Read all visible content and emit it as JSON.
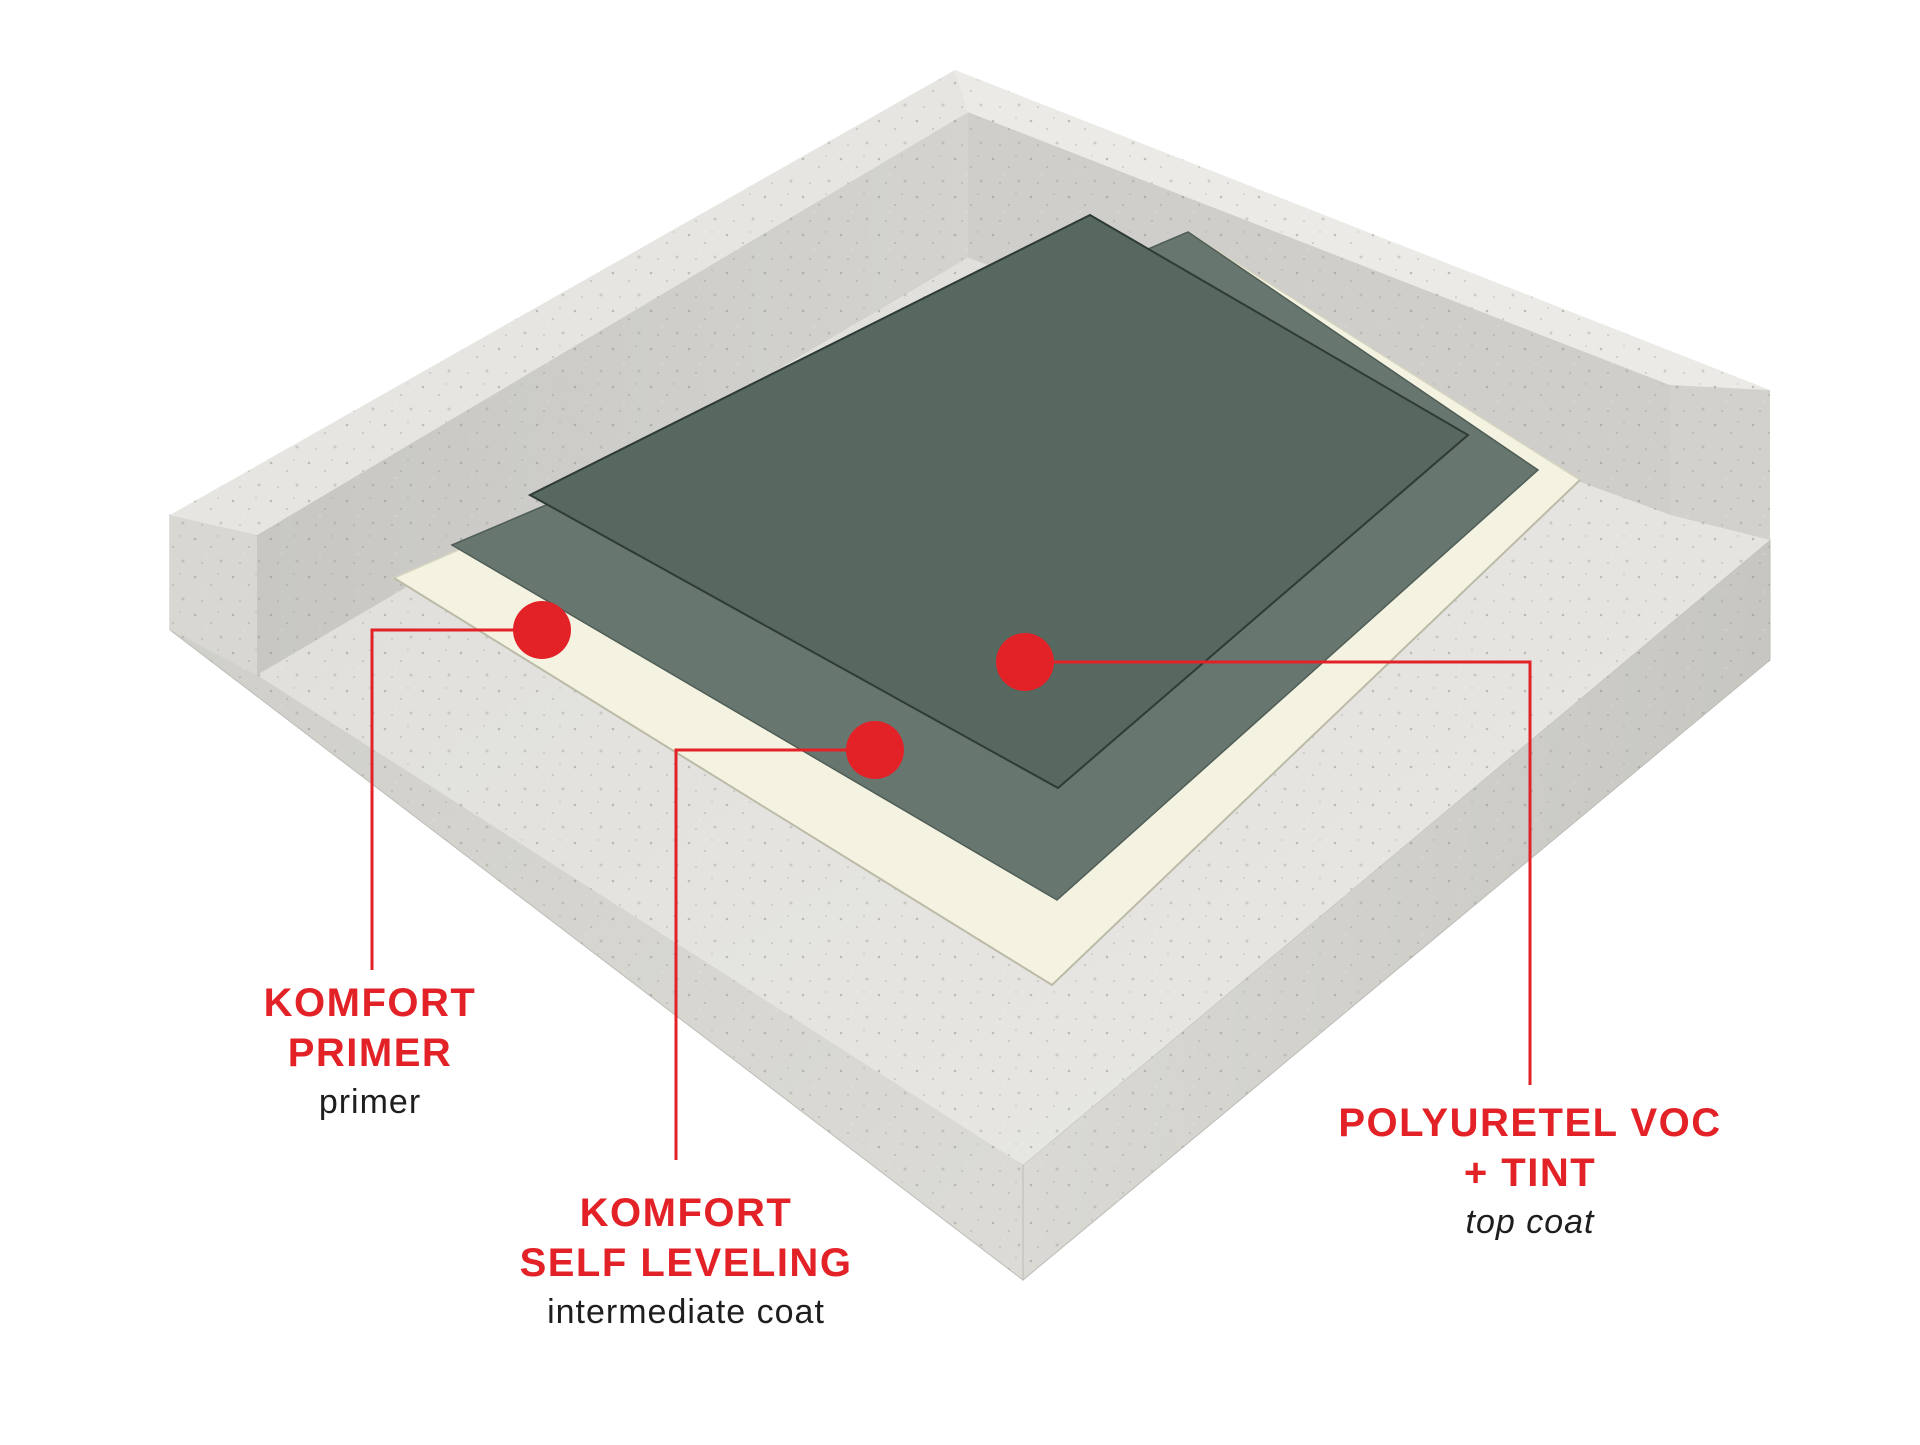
{
  "colors": {
    "accent": "#e32228",
    "concrete_top": "#e7e6e2",
    "concrete_side": "#d3d2ce",
    "concrete_inner": "#c9c8c4",
    "primer_layer": "#f4f3e2",
    "self_leveling_layer": "#67776f",
    "top_coat_layer": "#566860",
    "subtitle_text": "#1e1e1e"
  },
  "layers": [
    {
      "id": "primer",
      "title_lines": [
        "KOMFORT",
        "PRIMER"
      ],
      "subtitle": "primer",
      "subtitle_italic": false
    },
    {
      "id": "self-leveling",
      "title_lines": [
        "KOMFORT",
        "SELF LEVELING"
      ],
      "subtitle": "intermediate coat",
      "subtitle_italic": false
    },
    {
      "id": "top-coat",
      "title_lines": [
        "POLYURETEL VOC",
        "+ TINT"
      ],
      "subtitle": "top coat",
      "subtitle_italic": true
    }
  ]
}
